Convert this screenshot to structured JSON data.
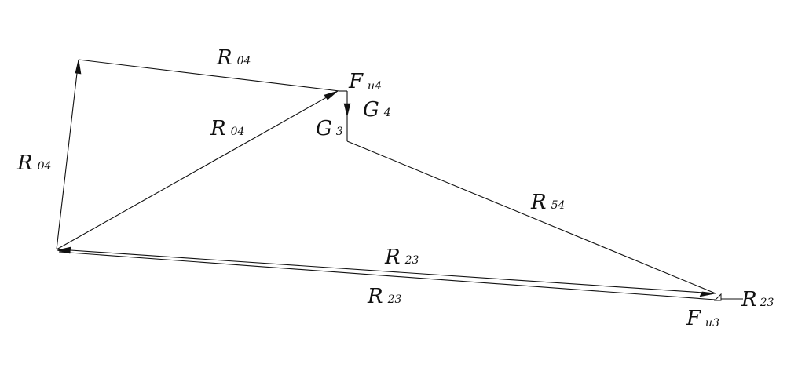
{
  "labels": {
    "r04_top": {
      "main": "R",
      "sub": "04"
    },
    "r04_diag": {
      "main": "R",
      "sub": "04"
    },
    "r04_left": {
      "main": "R",
      "sub": "04"
    },
    "fu4": {
      "main": "F",
      "sub": "u4"
    },
    "g4": {
      "main": "G",
      "sub": "4"
    },
    "g3": {
      "main": "G",
      "sub": "3"
    },
    "r54": {
      "main": "R",
      "sub": "54"
    },
    "r23_upper": {
      "main": "R",
      "sub": "23"
    },
    "r23_lower": {
      "main": "R",
      "sub": "23"
    },
    "r23_right": {
      "main": "R",
      "sub": "23"
    },
    "fu3": {
      "main": "F",
      "sub": "u3"
    }
  }
}
